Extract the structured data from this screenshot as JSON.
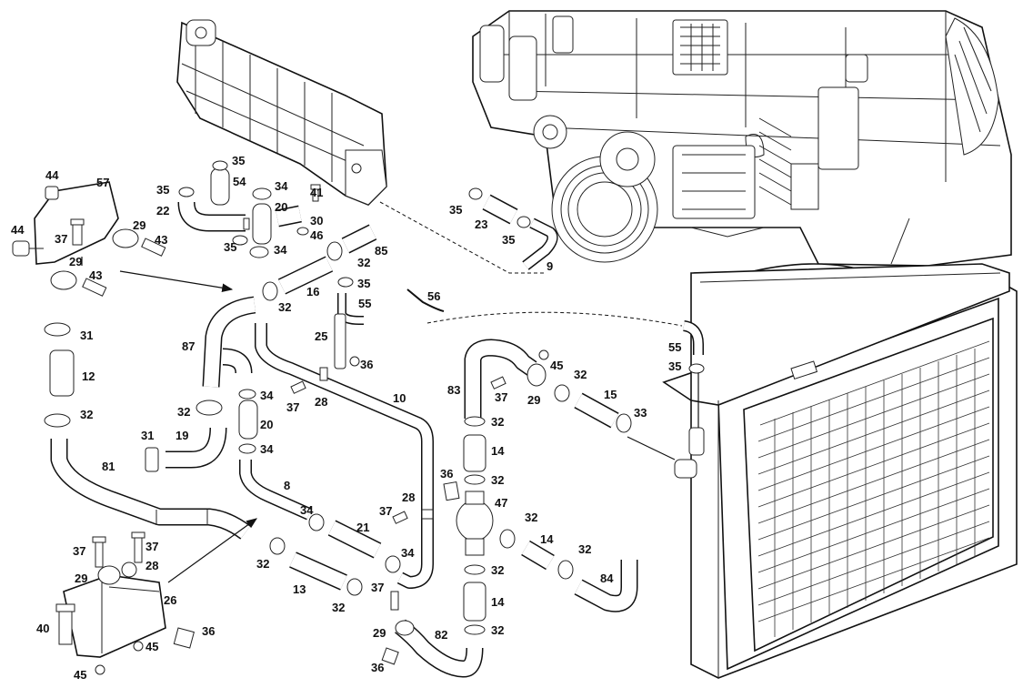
{
  "diagram": {
    "callouts": [
      {
        "id": "c-44a",
        "text": "44"
      },
      {
        "id": "c-57",
        "text": "57"
      },
      {
        "id": "c-44b",
        "text": "44"
      },
      {
        "id": "c-37a",
        "text": "37"
      },
      {
        "id": "c-29a",
        "text": "29"
      },
      {
        "id": "c-43a",
        "text": "43"
      },
      {
        "id": "c-29b",
        "text": "29"
      },
      {
        "id": "c-43b",
        "text": "43"
      },
      {
        "id": "c-35a",
        "text": "35"
      },
      {
        "id": "c-22",
        "text": "22"
      },
      {
        "id": "c-35b",
        "text": "35"
      },
      {
        "id": "c-54",
        "text": "54"
      },
      {
        "id": "c-35c",
        "text": "35"
      },
      {
        "id": "c-34a",
        "text": "34"
      },
      {
        "id": "c-20a",
        "text": "20"
      },
      {
        "id": "c-41",
        "text": "41"
      },
      {
        "id": "c-30",
        "text": "30"
      },
      {
        "id": "c-46",
        "text": "46"
      },
      {
        "id": "c-34b",
        "text": "34"
      },
      {
        "id": "c-35d",
        "text": "35"
      },
      {
        "id": "c-23",
        "text": "23"
      },
      {
        "id": "c-35e",
        "text": "35"
      },
      {
        "id": "c-9",
        "text": "9"
      },
      {
        "id": "c-85",
        "text": "85"
      },
      {
        "id": "c-32a",
        "text": "32"
      },
      {
        "id": "c-16",
        "text": "16"
      },
      {
        "id": "c-32b",
        "text": "32"
      },
      {
        "id": "c-35f",
        "text": "35"
      },
      {
        "id": "c-55a",
        "text": "55"
      },
      {
        "id": "c-56",
        "text": "56"
      },
      {
        "id": "c-31a",
        "text": "31"
      },
      {
        "id": "c-12",
        "text": "12"
      },
      {
        "id": "c-32c",
        "text": "32"
      },
      {
        "id": "c-87",
        "text": "87"
      },
      {
        "id": "c-25",
        "text": "25"
      },
      {
        "id": "c-36a",
        "text": "36"
      },
      {
        "id": "c-37b",
        "text": "37"
      },
      {
        "id": "c-28a",
        "text": "28"
      },
      {
        "id": "c-10",
        "text": "10"
      },
      {
        "id": "c-32d",
        "text": "32"
      },
      {
        "id": "c-34c",
        "text": "34"
      },
      {
        "id": "c-20b",
        "text": "20"
      },
      {
        "id": "c-34d",
        "text": "34"
      },
      {
        "id": "c-31b",
        "text": "31"
      },
      {
        "id": "c-19",
        "text": "19"
      },
      {
        "id": "c-81",
        "text": "81"
      },
      {
        "id": "c-8",
        "text": "8"
      },
      {
        "id": "c-83",
        "text": "83"
      },
      {
        "id": "c-37c",
        "text": "37"
      },
      {
        "id": "c-45a",
        "text": "45"
      },
      {
        "id": "c-29c",
        "text": "29"
      },
      {
        "id": "c-32e",
        "text": "32"
      },
      {
        "id": "c-15",
        "text": "15"
      },
      {
        "id": "c-33",
        "text": "33"
      },
      {
        "id": "c-55b",
        "text": "55"
      },
      {
        "id": "c-35g",
        "text": "35"
      },
      {
        "id": "c-32f",
        "text": "32"
      },
      {
        "id": "c-14a",
        "text": "14"
      },
      {
        "id": "c-36b",
        "text": "36"
      },
      {
        "id": "c-32g",
        "text": "32"
      },
      {
        "id": "c-28b",
        "text": "28"
      },
      {
        "id": "c-37d",
        "text": "37"
      },
      {
        "id": "c-47",
        "text": "47"
      },
      {
        "id": "c-34e",
        "text": "34"
      },
      {
        "id": "c-21",
        "text": "21"
      },
      {
        "id": "c-32h",
        "text": "32"
      },
      {
        "id": "c-14b",
        "text": "14"
      },
      {
        "id": "c-32i",
        "text": "32"
      },
      {
        "id": "c-34f",
        "text": "34"
      },
      {
        "id": "c-37e",
        "text": "37"
      },
      {
        "id": "c-37f",
        "text": "37"
      },
      {
        "id": "c-29d",
        "text": "29"
      },
      {
        "id": "c-28c",
        "text": "28"
      },
      {
        "id": "c-32j",
        "text": "32"
      },
      {
        "id": "c-13",
        "text": "13"
      },
      {
        "id": "c-37g",
        "text": "37"
      },
      {
        "id": "c-32k",
        "text": "32"
      },
      {
        "id": "c-14c",
        "text": "14"
      },
      {
        "id": "c-84",
        "text": "84"
      },
      {
        "id": "c-26",
        "text": "26"
      },
      {
        "id": "c-40",
        "text": "40"
      },
      {
        "id": "c-36c",
        "text": "36"
      },
      {
        "id": "c-45b",
        "text": "45"
      },
      {
        "id": "c-32l",
        "text": "32"
      },
      {
        "id": "c-29e",
        "text": "29"
      },
      {
        "id": "c-82",
        "text": "82"
      },
      {
        "id": "c-32m",
        "text": "32"
      },
      {
        "id": "c-45c",
        "text": "45"
      },
      {
        "id": "c-36d",
        "text": "36"
      }
    ]
  }
}
